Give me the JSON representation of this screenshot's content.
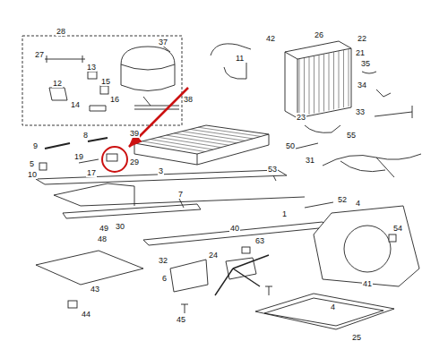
{
  "diagram": {
    "labels": [
      "28",
      "37",
      "42",
      "26",
      "22",
      "27",
      "13",
      "15",
      "11",
      "21",
      "35",
      "12",
      "14",
      "16",
      "38",
      "34",
      "33",
      "39",
      "9",
      "8",
      "19",
      "17",
      "29",
      "5",
      "10",
      "3",
      "23",
      "50",
      "55",
      "31",
      "53",
      "7",
      "30",
      "49",
      "48",
      "52",
      "40",
      "1",
      "4",
      "54",
      "41",
      "63",
      "32",
      "24",
      "6",
      "43",
      "44",
      "4",
      "25",
      "45"
    ]
  }
}
